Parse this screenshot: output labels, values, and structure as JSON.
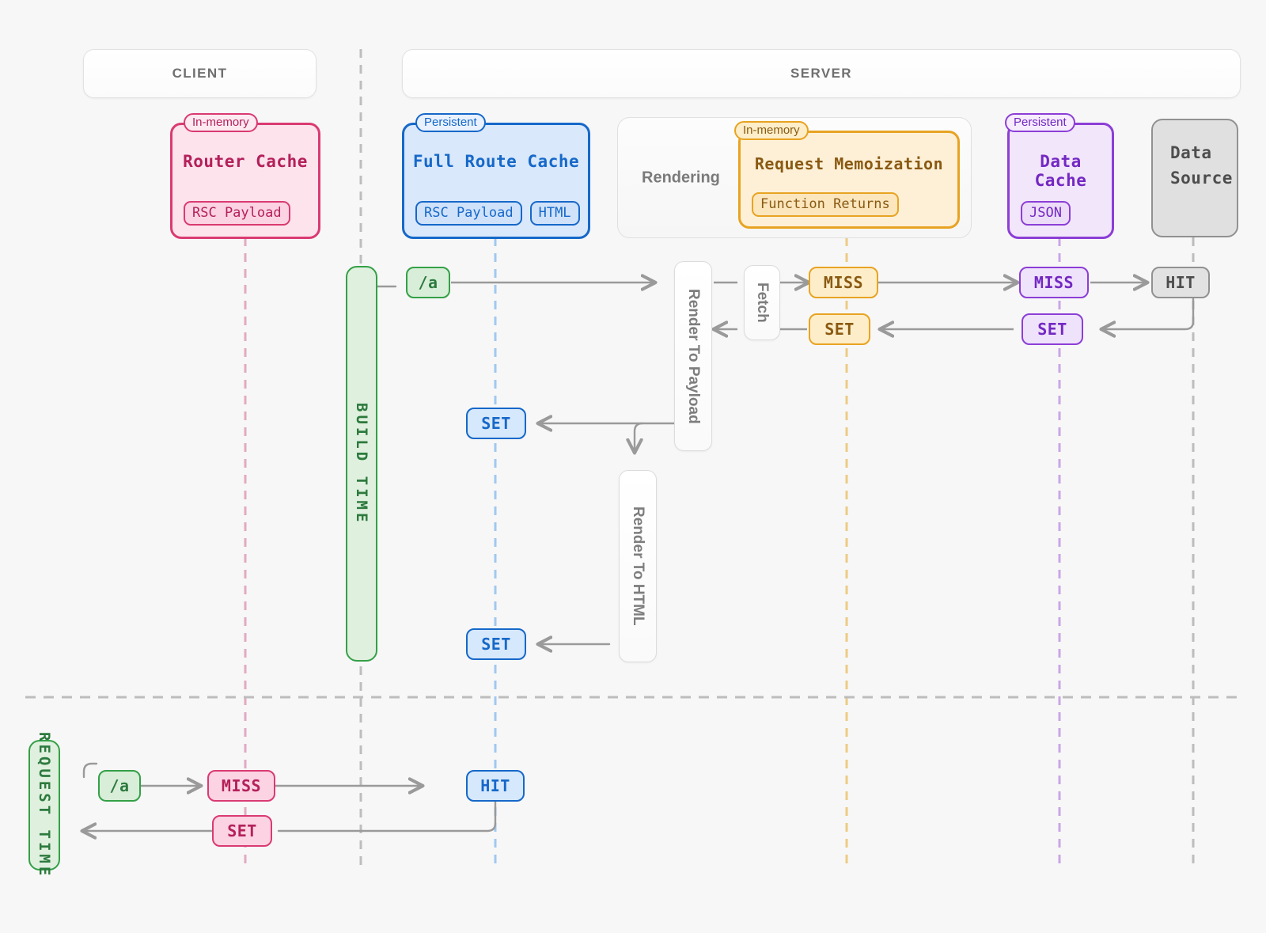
{
  "zones": [
    {
      "id": "client",
      "label": "CLIENT"
    },
    {
      "id": "server",
      "label": "SERVER"
    }
  ],
  "caches": [
    {
      "id": "router-cache",
      "title": "Router Cache",
      "persistence": "In-memory",
      "chips": [
        "RSC Payload"
      ],
      "accent": "#da3a72"
    },
    {
      "id": "full-route-cache",
      "title": "Full Route Cache",
      "persistence": "Persistent",
      "chips": [
        "RSC Payload",
        "HTML"
      ],
      "accent": "#1668c9"
    },
    {
      "id": "request-memoization",
      "title": "Request Memoization",
      "persistence": "In-memory",
      "chips": [
        "Function Returns"
      ],
      "accent": "#e8a322"
    },
    {
      "id": "data-cache",
      "title": "Data Cache",
      "persistence": "Persistent",
      "chips": [
        "JSON"
      ],
      "accent": "#8c3ed6"
    },
    {
      "id": "data-source",
      "title": "Data\nSource",
      "persistence": "",
      "chips": [],
      "accent": "#919191"
    }
  ],
  "groups": [
    {
      "id": "rendering",
      "label": "Rendering"
    }
  ],
  "processes": [
    {
      "id": "render-to-payload",
      "label": "Render To Payload"
    },
    {
      "id": "fetch",
      "label": "Fetch"
    },
    {
      "id": "render-to-html",
      "label": "Render To HTML"
    }
  ],
  "rails": [
    {
      "id": "build-time",
      "label": "BUILD TIME"
    },
    {
      "id": "request-time",
      "label": "REQUEST TIME"
    }
  ],
  "build_time_flow": {
    "route_request": "/a",
    "memoization_miss": "MISS",
    "data_cache_miss": "MISS",
    "data_source_hit": "HIT",
    "memoization_set": "SET",
    "data_cache_set": "SET",
    "full_route_cache_set_payload": "SET",
    "full_route_cache_set_html": "SET"
  },
  "request_time_flow": {
    "route_request": "/a",
    "router_cache_miss": "MISS",
    "full_route_cache_hit": "HIT",
    "router_cache_set": "SET"
  },
  "colors": {
    "background": "#f7f7f7",
    "router_cache": "#da3a72",
    "full_route_cache": "#1668c9",
    "request_memoization": "#e8a322",
    "data_cache": "#8c3ed6",
    "data_source": "#919191",
    "time_rail": "#34a047",
    "arrow": "#9a9a9a",
    "divider": "#bdbdbd"
  }
}
